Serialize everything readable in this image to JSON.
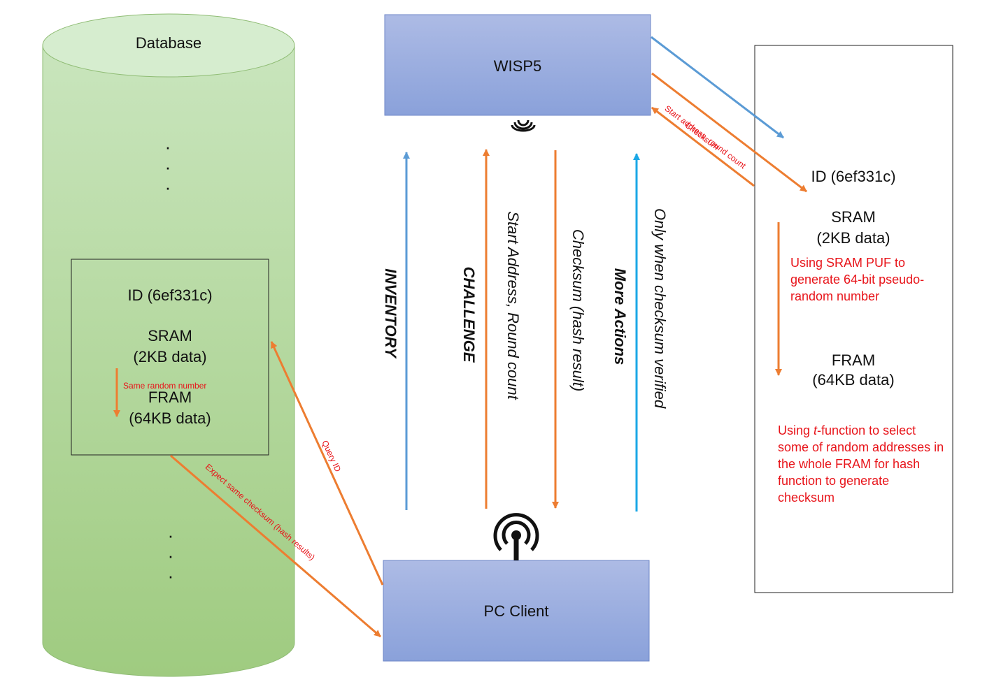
{
  "database": {
    "title": "Database",
    "record": {
      "id": "ID (6ef331c)",
      "sram_line1": "SRAM",
      "sram_line2": "(2KB data)",
      "arrow_note": "Same random number",
      "fram_line1": "FRAM",
      "fram_line2": "(64KB data)"
    },
    "ellipsis": "·\n·\n·"
  },
  "wisp": {
    "label": "WISP5",
    "arrow_start": "Start address, round count",
    "arrow_checksum": "Checksum"
  },
  "pc_client": {
    "label": "PC Client"
  },
  "links": {
    "query_id": "Query ID",
    "expect_checksum": "Expect same checksum (hash results)"
  },
  "channels": {
    "inventory": "INVENTORY",
    "challenge": "CHALLENGE",
    "start_address": "Start Address, Round count",
    "checksum": "Checksum (hash result)",
    "more_actions": "More Actions",
    "verified": "Only when checksum verified"
  },
  "tag": {
    "id": "ID (6ef331c)",
    "sram_line1": "SRAM",
    "sram_line2": "(2KB data)",
    "sram_note": "Using SRAM PUF to generate 64-bit pseudo-random number",
    "fram_line1": "FRAM",
    "fram_line2": "(64KB data)",
    "fram_note_pre": "Using ",
    "fram_note_italic": "t",
    "fram_note_post": "-function to select some of random addresses in the whole FRAM for hash function to generate checksum"
  },
  "colors": {
    "db_top": "#d5eccd",
    "db_body": "#a9d18e",
    "box_fill_top": "#a7b6e2",
    "box_fill_bottom": "#8aa2da",
    "orange": "#ed7d31",
    "blue": "#5b9bd5",
    "cyan": "#1aa7e6",
    "red_text": "#e8141a"
  }
}
